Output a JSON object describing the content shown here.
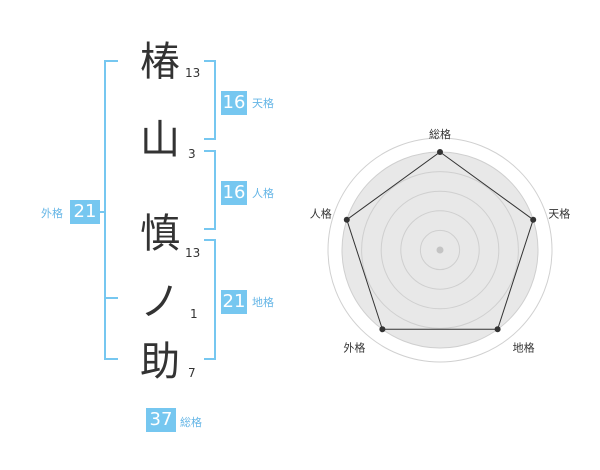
{
  "name_chars": [
    {
      "char": "椿",
      "strokes": "13"
    },
    {
      "char": "山",
      "strokes": "3"
    },
    {
      "char": "慎",
      "strokes": "13"
    },
    {
      "char": "ノ",
      "strokes": "1"
    },
    {
      "char": "助",
      "strokes": "7"
    }
  ],
  "kaku": {
    "tenkaku": {
      "value": "16",
      "label": "天格"
    },
    "jinkaku": {
      "value": "16",
      "label": "人格"
    },
    "chikaku": {
      "value": "21",
      "label": "地格"
    },
    "gaikaku": {
      "value": "21",
      "label": "外格"
    },
    "soukaku": {
      "value": "37",
      "label": "総格"
    }
  },
  "colors": {
    "accent": "#76c7f0",
    "accent_text": "#64b5e6",
    "radar_fill": "#e8e8e8"
  },
  "chart_data": {
    "type": "radar",
    "axes": [
      "総格",
      "天格",
      "地格",
      "外格",
      "人格"
    ],
    "values": [
      1.0,
      1.0,
      1.0,
      1.0,
      1.0
    ],
    "max": 1.0,
    "rings": 5
  }
}
